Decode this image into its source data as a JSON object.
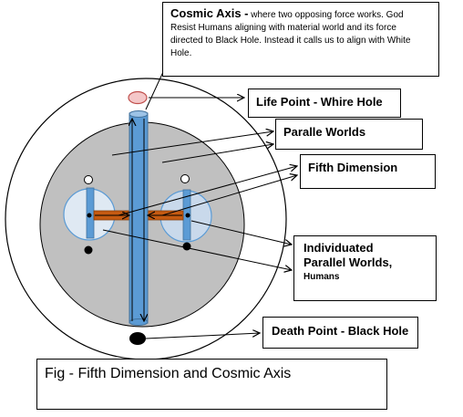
{
  "annotations": {
    "cosmic_axis": {
      "title": "Cosmic Axis -",
      "text": " where two opposing force works. God Resist Humans aligning with material world and its force directed to Black Hole. Instead it calls us to align with White Hole."
    },
    "life_point": "Life Point - Whire Hole",
    "parallel_worlds": "Paralle Worlds",
    "fifth_dimension": "Fifth Dimension",
    "individuated": {
      "line1": "Individuated",
      "line2": "Parallel Worlds,",
      "line3": "Humans"
    },
    "death_point": "Death Point - Black Hole"
  },
  "caption": "Fig - Fifth Dimension and Cosmic Axis",
  "colors": {
    "inner_disk": "#c0c0c0",
    "axis_tube": "#5b9bd5",
    "connector_bar": "#c55a11",
    "white_hole": "#f4c7c8",
    "black_hole": "#000000",
    "small_world": "#dfe9f3"
  }
}
